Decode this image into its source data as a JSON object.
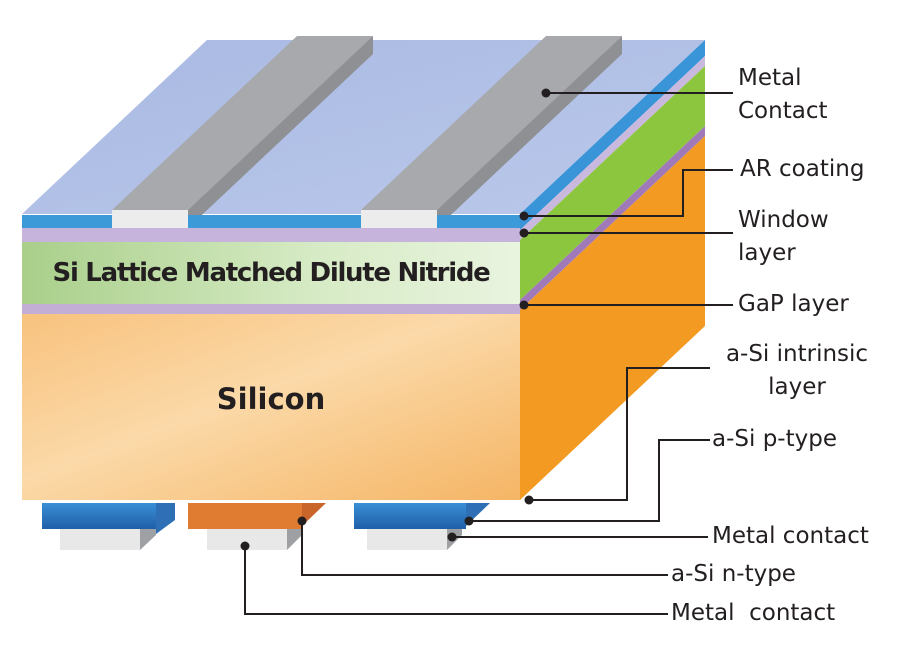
{
  "diagram": {
    "layers": {
      "nitride": "Si Lattice Matched Dilute Nitride",
      "silicon": "Silicon"
    },
    "labels": {
      "metal_contact_top_line1": "Metal",
      "metal_contact_top_line2": "Contact",
      "ar_coating": "AR coating",
      "window_line1": "Window",
      "window_line2": "layer",
      "gap_layer": "GaP layer",
      "asi_intrinsic_line1": "a-Si intrinsic",
      "asi_intrinsic_line2": "layer",
      "asi_p_type": "a-Si p-type",
      "metal_contact_right": "Metal contact",
      "asi_n_type": "a-Si n-type",
      "metal_contact_bottom": "Metal  contact"
    },
    "colors": {
      "top_surface": "#b4c3e6",
      "ar_coating": "#3d9ad8",
      "window": "#c6b4dc",
      "nitride": "#bcd9a4",
      "nitride_side": "#8cc63e",
      "gap": "#c3aed6",
      "silicon": "#f6b565",
      "silicon_side": "#f29a22",
      "contact_gray": "#a6a6a8",
      "p_type": "#2b7cc5",
      "n_type": "#e07b32"
    }
  }
}
